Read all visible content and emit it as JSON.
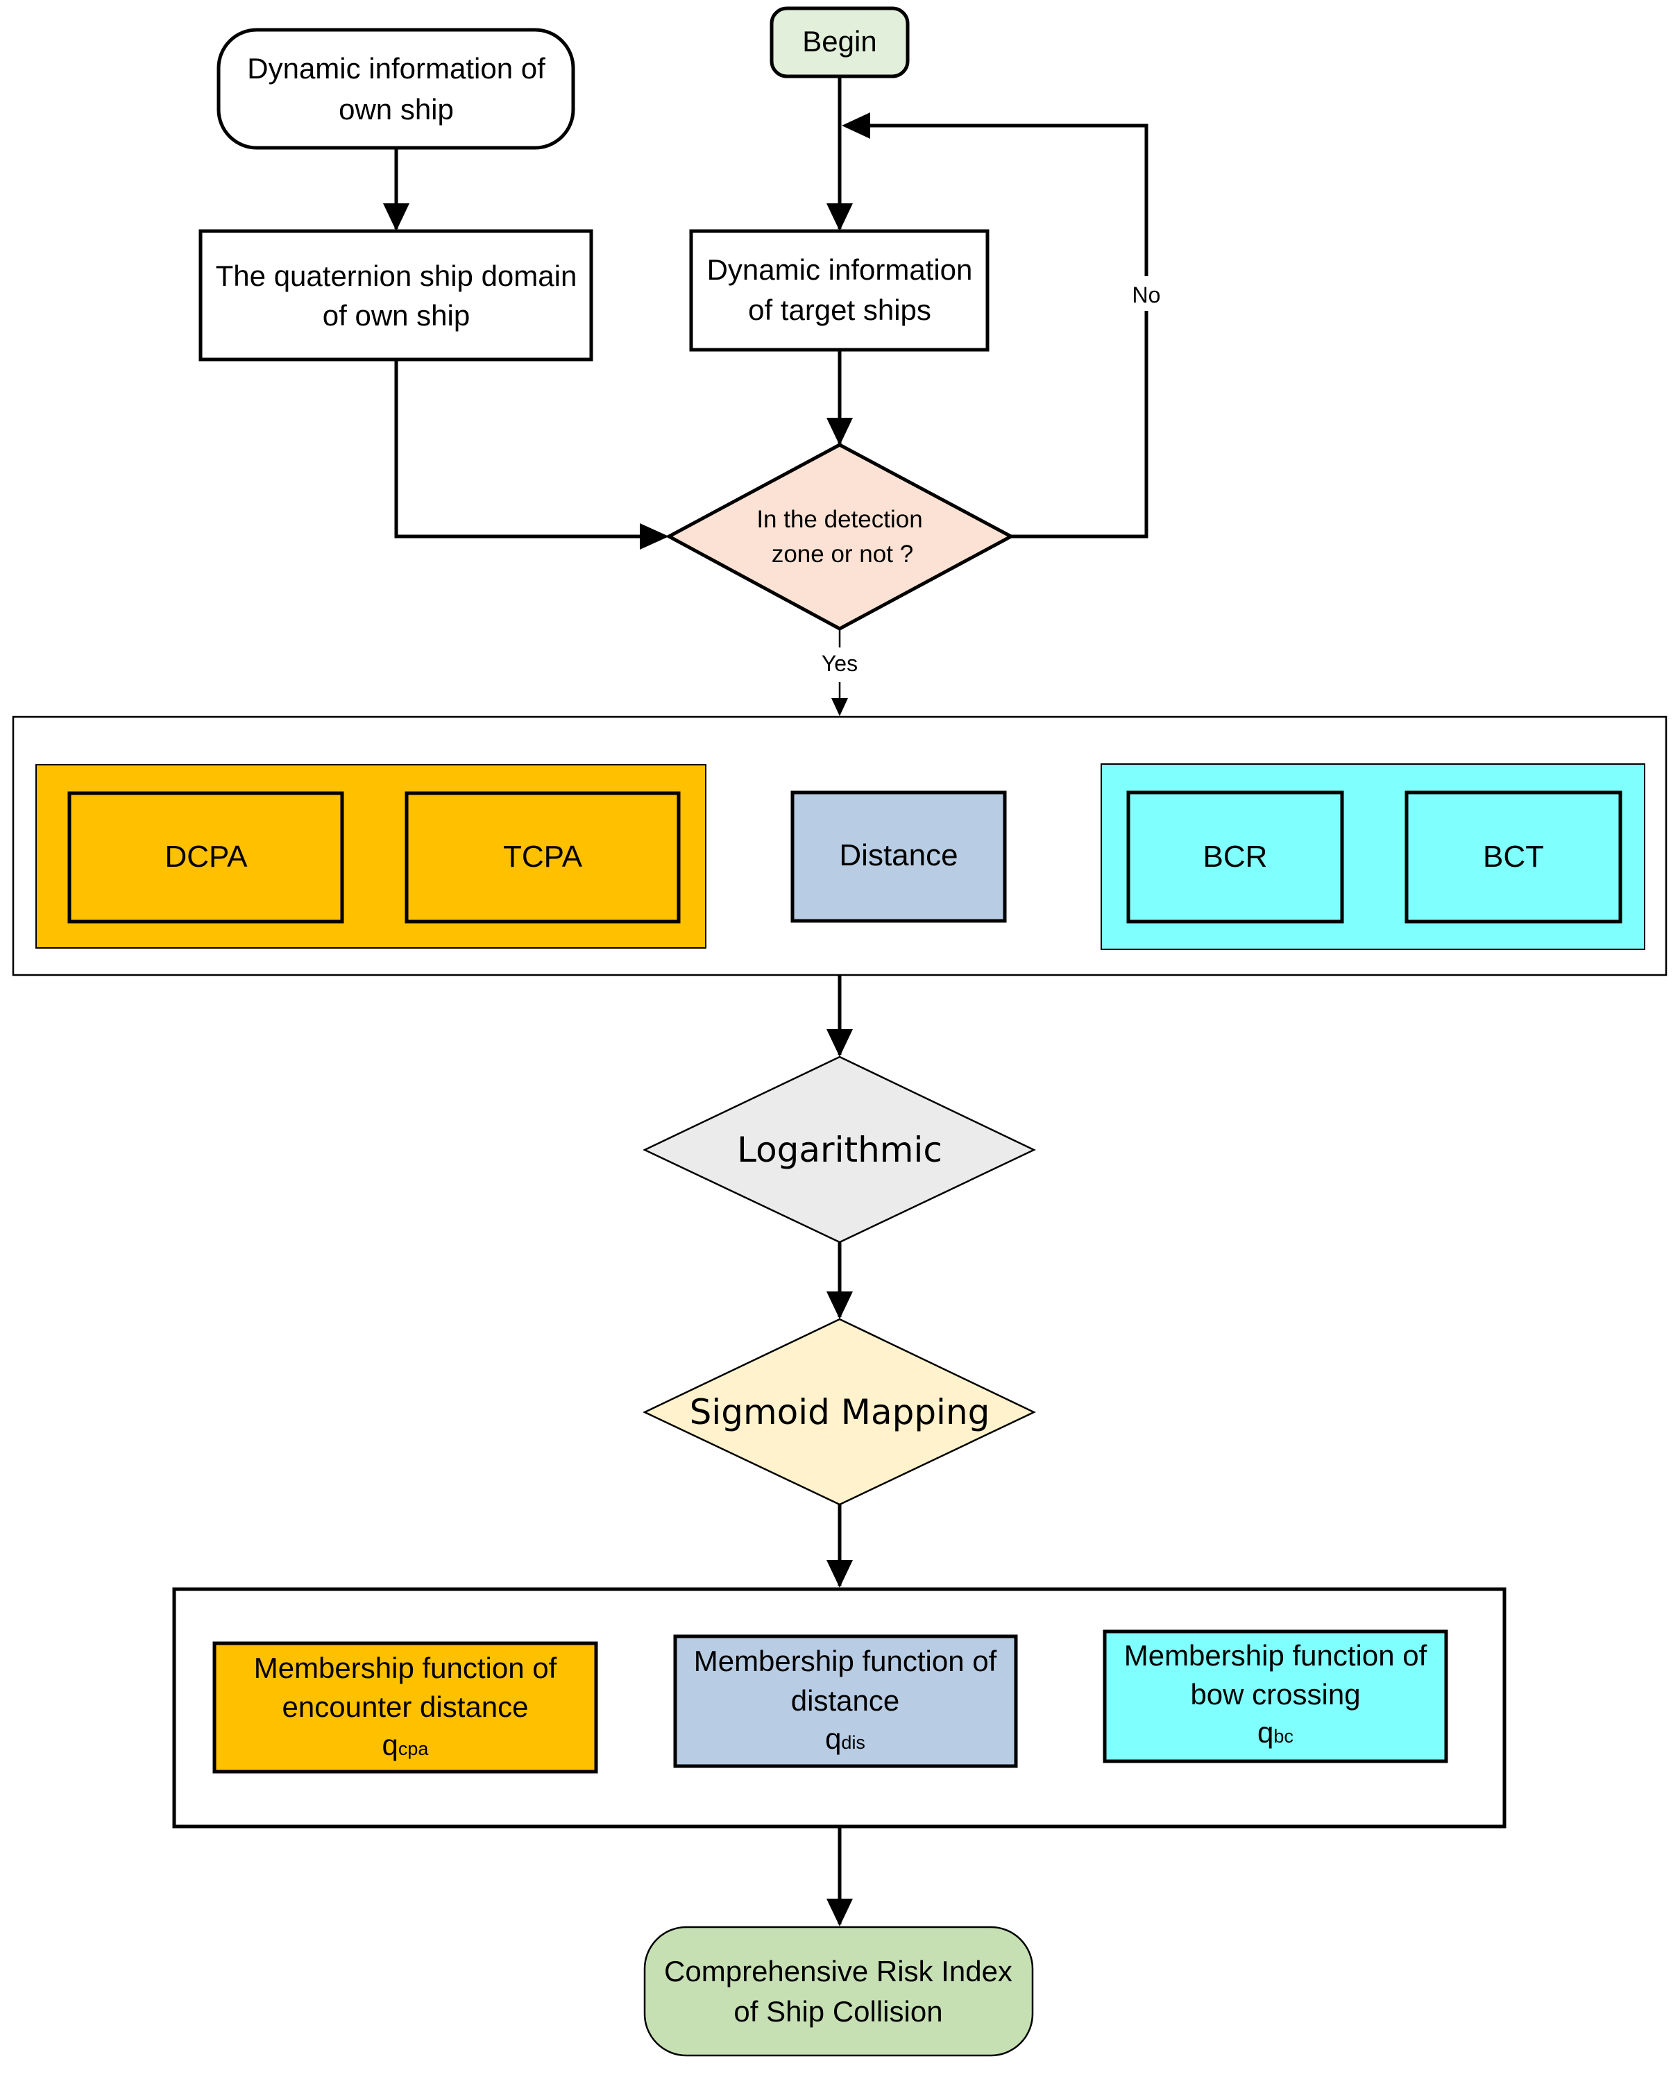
{
  "nodes": {
    "begin": "Begin",
    "own_ship_info": [
      "Dynamic information of",
      "own ship"
    ],
    "quaternion_domain": [
      "The quaternion ship domain",
      "of own ship"
    ],
    "target_ships_info": [
      "Dynamic information",
      "of target ships"
    ],
    "detection_decision": [
      "In the detection",
      "zone or not ?"
    ],
    "dcpa": "DCPA",
    "tcpa": "TCPA",
    "distance": "Distance",
    "bcr": "BCR",
    "bct": "BCT",
    "logarithmic": "Logarithmic",
    "sigmoid": "Sigmoid Mapping",
    "mf_encounter": {
      "lines": [
        "Membership function of",
        "encounter distance"
      ],
      "symbol": "q",
      "subscript": "cpa"
    },
    "mf_distance": {
      "lines": [
        "Membership function of",
        "distance"
      ],
      "symbol": "q",
      "subscript": "dis"
    },
    "mf_bow": {
      "lines": [
        "Membership function of",
        "bow crossing"
      ],
      "symbol": "q",
      "subscript": "bc"
    },
    "risk_index": [
      "Comprehensive Risk Index",
      "of Ship Collision"
    ]
  },
  "edge_labels": {
    "no": "No",
    "yes": "Yes"
  },
  "colors": {
    "begin_fill": "#e2efda",
    "decision_fill": "#fbe2d5",
    "orange_fill": "#ffc000",
    "blue_fill": "#b8cce4",
    "cyan_fill": "#80ffff",
    "logarithmic_fill": "#ebebeb",
    "sigmoid_fill": "#fff2cc",
    "risk_fill": "#c6e0b4"
  }
}
